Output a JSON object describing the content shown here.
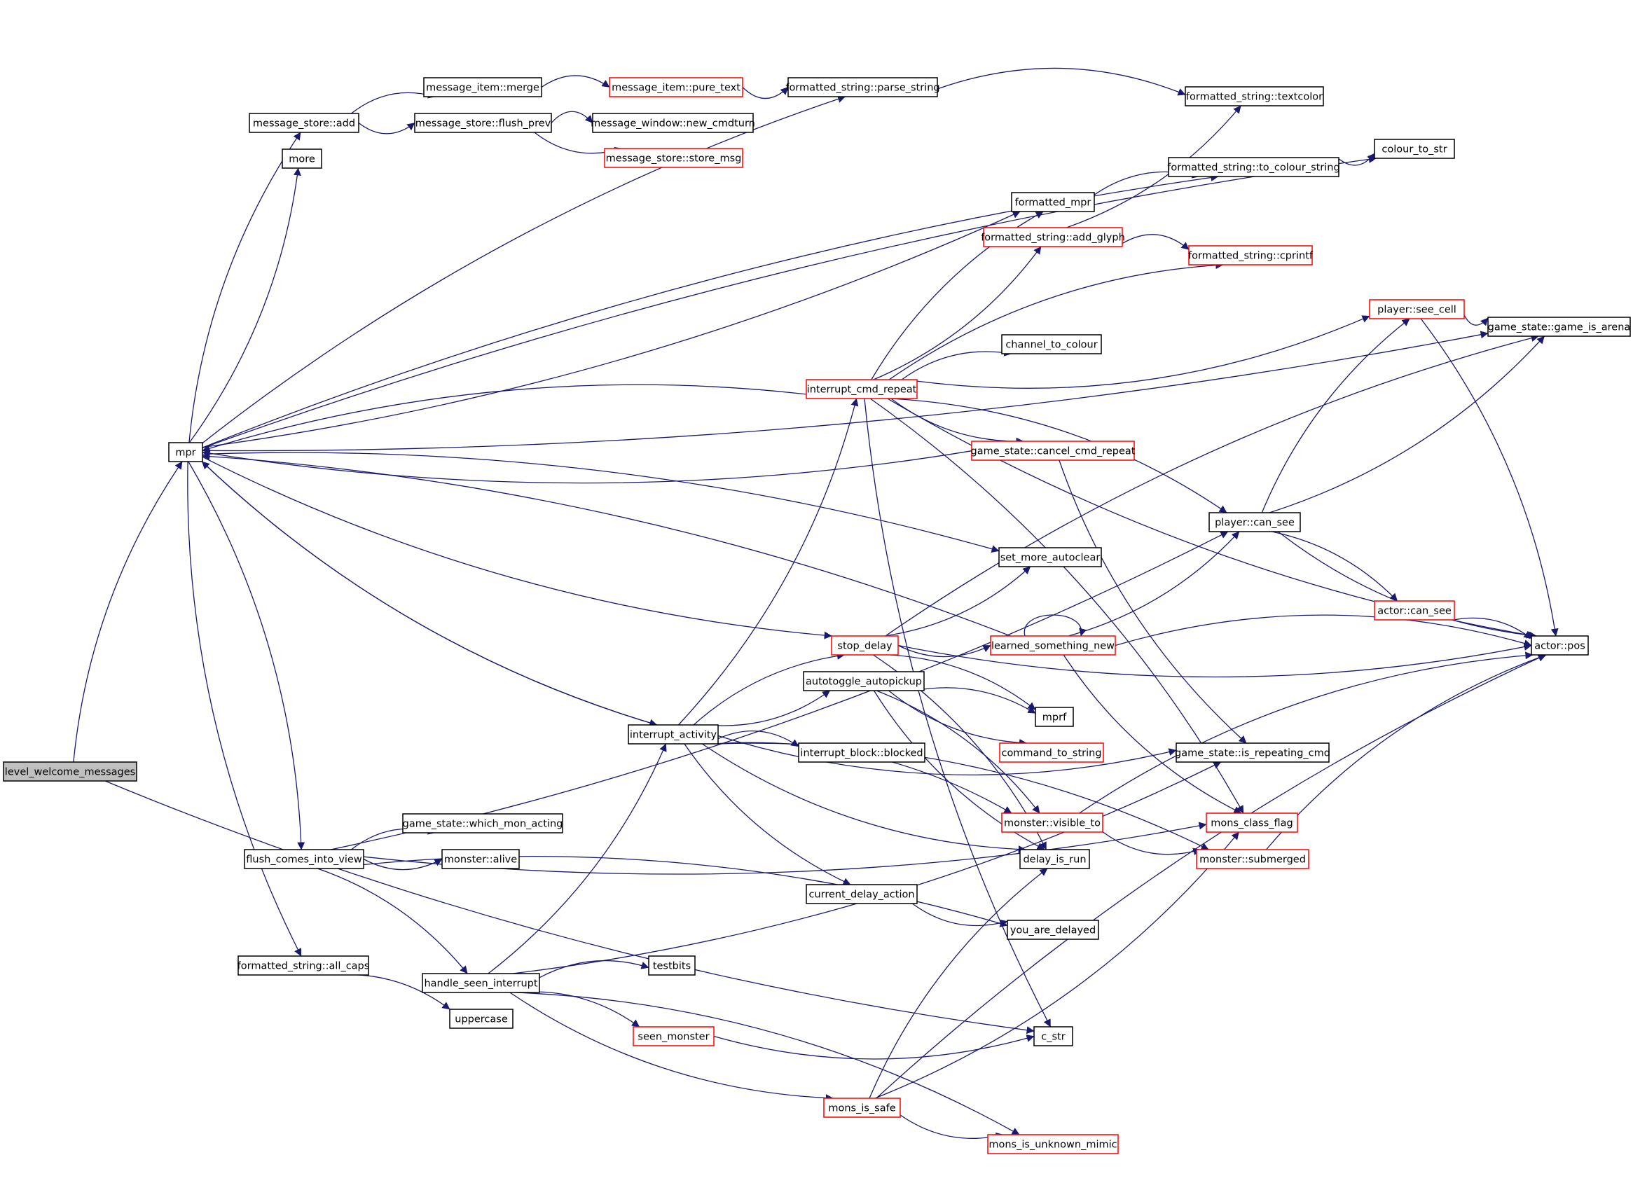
{
  "colors": {
    "edge": "#191970",
    "node_border": "#000000",
    "node_border_truncated": "#ff0000",
    "root_fill": "#bfbfbf",
    "node_fill": "#ffffff",
    "text": "#000000"
  },
  "nodes": [
    {
      "id": "level_welcome_messages",
      "label": "level_welcome_messages",
      "truncated": false,
      "root": true
    },
    {
      "id": "mpr",
      "label": "mpr",
      "truncated": false
    },
    {
      "id": "message_store_add",
      "label": "message_store::add",
      "truncated": false
    },
    {
      "id": "more",
      "label": "more",
      "truncated": false
    },
    {
      "id": "message_item_merge",
      "label": "message_item::merge",
      "truncated": false
    },
    {
      "id": "message_store_flush_prev",
      "label": "message_store::flush_prev",
      "truncated": false
    },
    {
      "id": "message_item_pure_text",
      "label": "message_item::pure_text",
      "truncated": true
    },
    {
      "id": "message_window_new_cmdturn",
      "label": "message_window::new_cmdturn",
      "truncated": false
    },
    {
      "id": "message_store_store_msg",
      "label": "message_store::store_msg",
      "truncated": true
    },
    {
      "id": "formatted_string_parse_string",
      "label": "formatted_string::parse_string",
      "truncated": false
    },
    {
      "id": "formatted_string_textcolor",
      "label": "formatted_string::textcolor",
      "truncated": false
    },
    {
      "id": "colour_to_str",
      "label": "colour_to_str",
      "truncated": false
    },
    {
      "id": "formatted_string_to_colour_string",
      "label": "formatted_string::to_colour_string",
      "truncated": false
    },
    {
      "id": "formatted_mpr",
      "label": "formatted_mpr",
      "truncated": false
    },
    {
      "id": "formatted_string_add_glyph",
      "label": "formatted_string::add_glyph",
      "truncated": true
    },
    {
      "id": "formatted_string_cprintf",
      "label": "formatted_string::cprintf",
      "truncated": true
    },
    {
      "id": "player_see_cell",
      "label": "player::see_cell",
      "truncated": true
    },
    {
      "id": "game_state_game_is_arena",
      "label": "game_state::game_is_arena",
      "truncated": false
    },
    {
      "id": "channel_to_colour",
      "label": "channel_to_colour",
      "truncated": false
    },
    {
      "id": "interrupt_cmd_repeat",
      "label": "interrupt_cmd_repeat",
      "truncated": true
    },
    {
      "id": "game_state_cancel_cmd_repeat",
      "label": "game_state::cancel_cmd_repeat",
      "truncated": true
    },
    {
      "id": "player_can_see",
      "label": "player::can_see",
      "truncated": false
    },
    {
      "id": "set_more_autoclear",
      "label": "set_more_autoclear",
      "truncated": false
    },
    {
      "id": "actor_can_see",
      "label": "actor::can_see",
      "truncated": true
    },
    {
      "id": "stop_delay",
      "label": "stop_delay",
      "truncated": true
    },
    {
      "id": "learned_something_new",
      "label": "learned_something_new",
      "truncated": true
    },
    {
      "id": "actor_pos",
      "label": "actor::pos",
      "truncated": false
    },
    {
      "id": "autotoggle_autopickup",
      "label": "autotoggle_autopickup",
      "truncated": false
    },
    {
      "id": "mprf",
      "label": "mprf",
      "truncated": false
    },
    {
      "id": "interrupt_activity",
      "label": "interrupt_activity",
      "truncated": false
    },
    {
      "id": "interrupt_block_blocked",
      "label": "interrupt_block::blocked",
      "truncated": false
    },
    {
      "id": "command_to_string",
      "label": "command_to_string",
      "truncated": true
    },
    {
      "id": "game_state_is_repeating_cmd",
      "label": "game_state::is_repeating_cmd",
      "truncated": false
    },
    {
      "id": "game_state_which_mon_acting",
      "label": "game_state::which_mon_acting",
      "truncated": false
    },
    {
      "id": "monster_visible_to",
      "label": "monster::visible_to",
      "truncated": true
    },
    {
      "id": "mons_class_flag",
      "label": "mons_class_flag",
      "truncated": true
    },
    {
      "id": "flush_comes_into_view",
      "label": "flush_comes_into_view",
      "truncated": false
    },
    {
      "id": "monster_alive",
      "label": "monster::alive",
      "truncated": false
    },
    {
      "id": "delay_is_run",
      "label": "delay_is_run",
      "truncated": false
    },
    {
      "id": "monster_submerged",
      "label": "monster::submerged",
      "truncated": true
    },
    {
      "id": "current_delay_action",
      "label": "current_delay_action",
      "truncated": false
    },
    {
      "id": "you_are_delayed",
      "label": "you_are_delayed",
      "truncated": false
    },
    {
      "id": "formatted_string_all_caps",
      "label": "formatted_string::all_caps",
      "truncated": false
    },
    {
      "id": "handle_seen_interrupt",
      "label": "handle_seen_interrupt",
      "truncated": false
    },
    {
      "id": "testbits",
      "label": "testbits",
      "truncated": false
    },
    {
      "id": "uppercase",
      "label": "uppercase",
      "truncated": false
    },
    {
      "id": "seen_monster",
      "label": "seen_monster",
      "truncated": true
    },
    {
      "id": "c_str",
      "label": "c_str",
      "truncated": false
    },
    {
      "id": "mons_is_safe",
      "label": "mons_is_safe",
      "truncated": true
    },
    {
      "id": "mons_is_unknown_mimic",
      "label": "mons_is_unknown_mimic",
      "truncated": true
    }
  ],
  "edges": [
    [
      "level_welcome_messages",
      "mpr"
    ],
    [
      "level_welcome_messages",
      "c_str"
    ],
    [
      "mpr",
      "message_store_add"
    ],
    [
      "mpr",
      "more"
    ],
    [
      "mpr",
      "formatted_string_parse_string"
    ],
    [
      "mpr",
      "game_state_game_is_arena"
    ],
    [
      "mpr",
      "colour_to_str"
    ],
    [
      "mpr",
      "formatted_mpr"
    ],
    [
      "mpr",
      "formatted_string_to_colour_string"
    ],
    [
      "mpr",
      "interrupt_activity"
    ],
    [
      "mpr",
      "set_more_autoclear"
    ],
    [
      "mpr",
      "stop_delay"
    ],
    [
      "mpr",
      "flush_comes_into_view"
    ],
    [
      "mpr",
      "formatted_string_all_caps"
    ],
    [
      "message_store_add",
      "message_item_merge"
    ],
    [
      "message_store_add",
      "message_store_flush_prev"
    ],
    [
      "message_item_merge",
      "message_item_pure_text"
    ],
    [
      "message_item_pure_text",
      "formatted_string_parse_string"
    ],
    [
      "message_store_flush_prev",
      "message_window_new_cmdturn"
    ],
    [
      "message_store_flush_prev",
      "message_store_store_msg"
    ],
    [
      "formatted_string_parse_string",
      "formatted_string_textcolor"
    ],
    [
      "formatted_string_to_colour_string",
      "colour_to_str"
    ],
    [
      "formatted_mpr",
      "formatted_string_to_colour_string"
    ],
    [
      "formatted_string_add_glyph",
      "formatted_string_textcolor"
    ],
    [
      "formatted_string_add_glyph",
      "formatted_string_cprintf"
    ],
    [
      "player_see_cell",
      "game_state_game_is_arena"
    ],
    [
      "player_see_cell",
      "actor_pos"
    ],
    [
      "interrupt_cmd_repeat",
      "mpr"
    ],
    [
      "interrupt_cmd_repeat",
      "formatted_mpr"
    ],
    [
      "interrupt_cmd_repeat",
      "formatted_string_add_glyph"
    ],
    [
      "interrupt_cmd_repeat",
      "formatted_string_cprintf"
    ],
    [
      "interrupt_cmd_repeat",
      "player_see_cell"
    ],
    [
      "interrupt_cmd_repeat",
      "channel_to_colour"
    ],
    [
      "interrupt_cmd_repeat",
      "game_state_cancel_cmd_repeat"
    ],
    [
      "interrupt_cmd_repeat",
      "player_can_see"
    ],
    [
      "interrupt_cmd_repeat",
      "actor_pos"
    ],
    [
      "interrupt_cmd_repeat",
      "mons_class_flag"
    ],
    [
      "interrupt_cmd_repeat",
      "c_str"
    ],
    [
      "game_state_cancel_cmd_repeat",
      "mpr"
    ],
    [
      "game_state_cancel_cmd_repeat",
      "game_state_is_repeating_cmd"
    ],
    [
      "player_can_see",
      "player_see_cell"
    ],
    [
      "player_can_see",
      "game_state_game_is_arena"
    ],
    [
      "player_can_see",
      "actor_can_see"
    ],
    [
      "player_can_see",
      "actor_pos"
    ],
    [
      "actor_can_see",
      "actor_pos"
    ],
    [
      "stop_delay",
      "set_more_autoclear"
    ],
    [
      "stop_delay",
      "game_state_game_is_arena"
    ],
    [
      "stop_delay",
      "learned_something_new"
    ],
    [
      "stop_delay",
      "mprf"
    ],
    [
      "stop_delay",
      "actor_pos"
    ],
    [
      "stop_delay",
      "delay_is_run"
    ],
    [
      "learned_something_new",
      "mpr"
    ],
    [
      "learned_something_new",
      "learned_something_new"
    ],
    [
      "learned_something_new",
      "player_can_see"
    ],
    [
      "learned_something_new",
      "actor_pos"
    ],
    [
      "learned_something_new",
      "mons_class_flag"
    ],
    [
      "autotoggle_autopickup",
      "mprf"
    ],
    [
      "autotoggle_autopickup",
      "command_to_string"
    ],
    [
      "autotoggle_autopickup",
      "monster_visible_to"
    ],
    [
      "autotoggle_autopickup",
      "delay_is_run"
    ],
    [
      "interrupt_activity",
      "mpr"
    ],
    [
      "interrupt_activity",
      "interrupt_cmd_repeat"
    ],
    [
      "interrupt_activity",
      "stop_delay"
    ],
    [
      "interrupt_activity",
      "autotoggle_autopickup"
    ],
    [
      "interrupt_activity",
      "interrupt_block_blocked"
    ],
    [
      "interrupt_activity",
      "game_state_is_repeating_cmd"
    ],
    [
      "interrupt_activity",
      "monster_visible_to"
    ],
    [
      "interrupt_activity",
      "delay_is_run"
    ],
    [
      "interrupt_activity",
      "monster_submerged"
    ],
    [
      "interrupt_activity",
      "current_delay_action"
    ],
    [
      "monster_visible_to",
      "actor_pos"
    ],
    [
      "monster_visible_to",
      "monster_submerged"
    ],
    [
      "monster_submerged",
      "actor_pos"
    ],
    [
      "flush_comes_into_view",
      "player_can_see"
    ],
    [
      "flush_comes_into_view",
      "game_state_which_mon_acting"
    ],
    [
      "flush_comes_into_view",
      "monster_alive"
    ],
    [
      "flush_comes_into_view",
      "you_are_delayed"
    ],
    [
      "flush_comes_into_view",
      "mons_class_flag"
    ],
    [
      "flush_comes_into_view",
      "handle_seen_interrupt"
    ],
    [
      "current_delay_action",
      "you_are_delayed"
    ],
    [
      "formatted_string_all_caps",
      "uppercase"
    ],
    [
      "handle_seen_interrupt",
      "interrupt_activity"
    ],
    [
      "handle_seen_interrupt",
      "testbits"
    ],
    [
      "handle_seen_interrupt",
      "game_state_is_repeating_cmd"
    ],
    [
      "handle_seen_interrupt",
      "seen_monster"
    ],
    [
      "handle_seen_interrupt",
      "mons_is_safe"
    ],
    [
      "handle_seen_interrupt",
      "mons_is_unknown_mimic"
    ],
    [
      "seen_monster",
      "c_str"
    ],
    [
      "mons_is_safe",
      "delay_is_run"
    ],
    [
      "mons_is_safe",
      "mons_class_flag"
    ],
    [
      "mons_is_safe",
      "actor_pos"
    ],
    [
      "mons_is_safe",
      "mons_is_unknown_mimic"
    ]
  ]
}
